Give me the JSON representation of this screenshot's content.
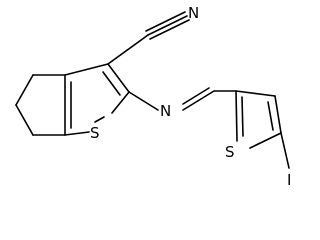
{
  "molecule": {
    "atom_labels": {
      "nitrile_n": "N",
      "ring_s1": "S",
      "imine_n": "N",
      "ring_s2": "S",
      "iodine": "I"
    }
  }
}
